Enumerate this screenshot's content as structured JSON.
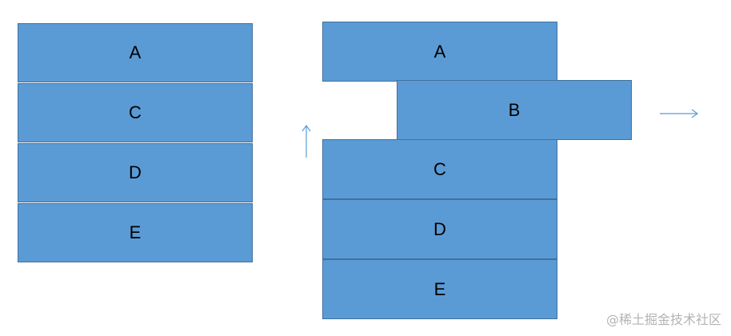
{
  "colors": {
    "box_fill": "#5b9bd5",
    "box_border": "#41719c",
    "arrow": "#5b9bd5",
    "watermark": "#b3b3b3"
  },
  "left_stack": {
    "boxes": [
      {
        "label": "A"
      },
      {
        "label": "C"
      },
      {
        "label": "D"
      },
      {
        "label": "E"
      }
    ]
  },
  "right_stack": {
    "boxes": [
      {
        "label": "A"
      },
      {
        "label": "B"
      },
      {
        "label": "C"
      },
      {
        "label": "D"
      },
      {
        "label": "E"
      }
    ]
  },
  "arrows": {
    "up": "up-arrow-icon",
    "right": "right-arrow-icon"
  },
  "watermark": "@稀土掘金技术社区"
}
